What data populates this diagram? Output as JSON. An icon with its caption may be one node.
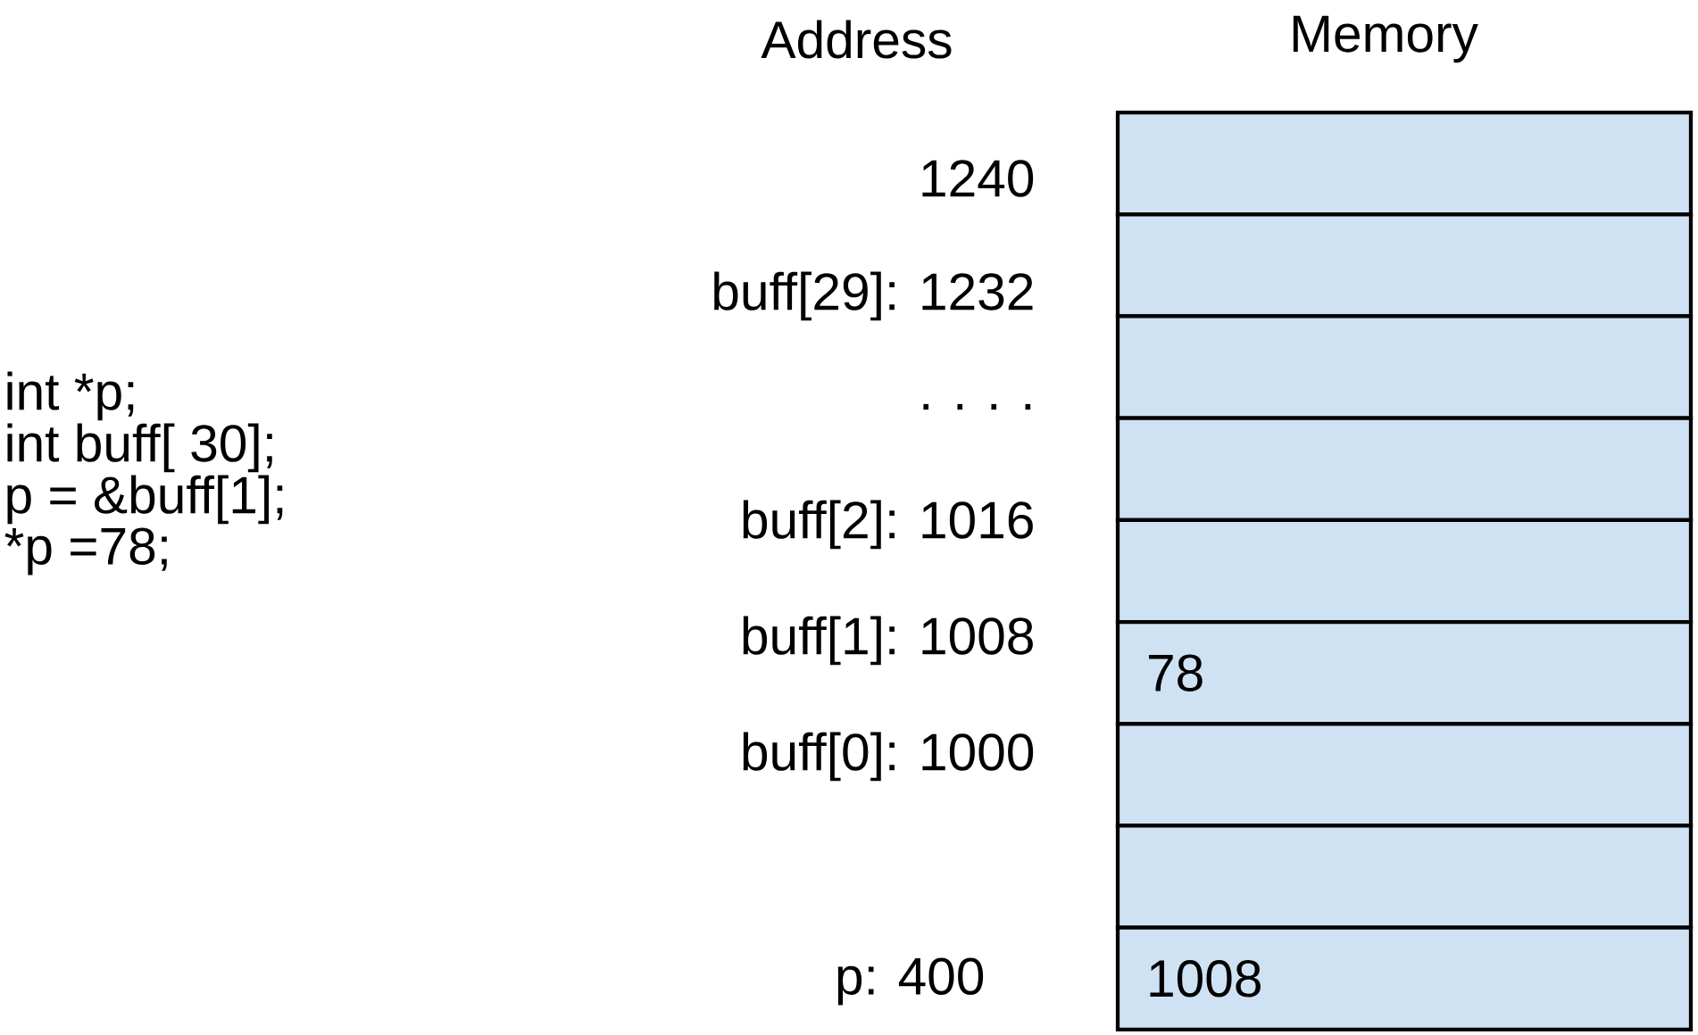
{
  "diagram": {
    "nodes": [
      {
        "text": [],
        "shape": "box"
      },
      {
        "text": [],
        "shape": "box"
      },
      {
        "text": [],
        "shape": "box"
      },
      {
        "text": [],
        "shape": "box"
      },
      {
        "text": [],
        "shape": "box"
      },
      {
        "text": [
          "78"
        ]
      },
      {
        "text": [],
        "shape": "box"
      },
      {
        "text": [],
        "shape": "box"
      },
      {
        "text": [
          "1008"
        ]
      }
    ],
    "labels": [
      "Address",
      "Memory",
      "1240",
      "buff[29]: 1232",
      ". . . .",
      "int *p;",
      "int buff[ 30];",
      "p = &buff[1];",
      "*p =78;",
      "buff[2]: 1016",
      "buff[1]: 1008",
      "buff[0]: 1000",
      "p: 400"
    ]
  }
}
